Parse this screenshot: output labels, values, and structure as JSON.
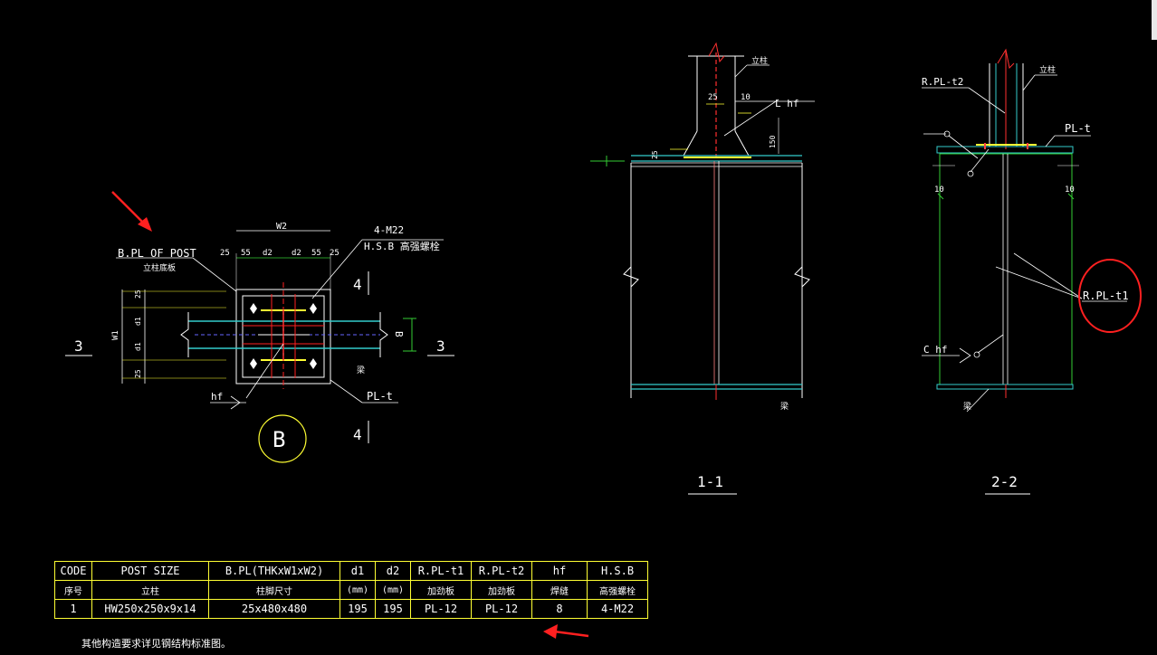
{
  "drawing": {
    "plan_labels": {
      "bpl_post": "B.PL OF POST",
      "bpl_post_cn": "立柱底板",
      "bolts": "4-M22",
      "hsb": "H.S.B 高强螺栓",
      "w2": "W2",
      "w1": "W1",
      "dim_25a": "25",
      "dim_55a": "55",
      "dim_d2a": "d2",
      "dim_d2b": "d2",
      "dim_55b": "55",
      "dim_25b": "25",
      "dim_v25a": "25",
      "dim_v_d1a": "d1",
      "dim_v_d1b": "d1",
      "dim_v25b": "25",
      "sec3_left": "3",
      "sec3_right": "3",
      "sec4_top": "4",
      "sec4_bottom": "4",
      "b_dim": "B",
      "beam_cn": "梁",
      "hf": "hf",
      "pl_t": "PL-t",
      "detail_b": "B"
    },
    "section11": {
      "post_cn": "立柱",
      "dim_25": "25",
      "dim_10": "10",
      "l_hf": "L hf",
      "dim_150": "150",
      "dim_25v": "25",
      "beam_cn": "梁",
      "title": "1-1"
    },
    "section22": {
      "rpl_t2": "R.PL-t2",
      "post_cn": "立柱",
      "pl_t": "PL-t",
      "dim_10a": "10",
      "dim_10b": "10",
      "rpl_t1": "R.PL-t1",
      "c_hf": "C hf",
      "beam_cn": "梁",
      "title": "2-2"
    }
  },
  "table": {
    "header_en": [
      "CODE",
      "POST SIZE",
      "B.PL(THKxW1xW2)",
      "d1",
      "d2",
      "R.PL-t1",
      "R.PL-t2",
      "hf",
      "H.S.B"
    ],
    "header_cn": [
      "序号",
      "立柱",
      "柱脚尺寸",
      "(mm)",
      "(mm)",
      "加劲板",
      "加劲板",
      "焊缝",
      "高强螺栓"
    ],
    "row": [
      "1",
      "HW250x250x9x14",
      "25x480x480",
      "195",
      "195",
      "PL-12",
      "PL-12",
      "8",
      "4-M22"
    ]
  },
  "note": "其他构造要求详见钢结构标准图。",
  "colors": {
    "background": "#000000",
    "table_border": "#ffff33",
    "annotation_red": "#ff2020",
    "beam_cyan": "#33cccc",
    "stiffener_green": "#33cc33"
  }
}
